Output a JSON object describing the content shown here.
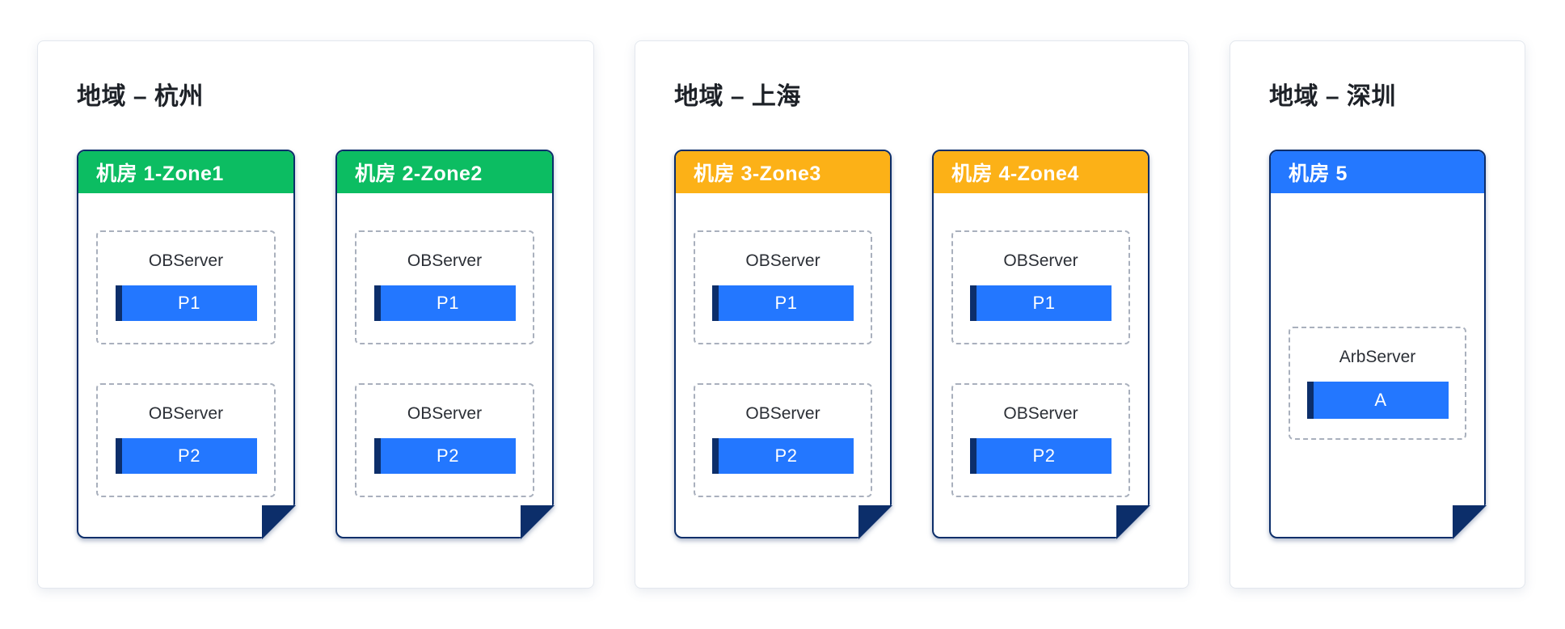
{
  "diagram": {
    "colors": {
      "navy": "#0c2e6a",
      "bar_blue": "#2377ff",
      "zone_green": "#0cbd62",
      "zone_amber": "#fcb117",
      "zone_blue": "#2478ff"
    },
    "regions": [
      {
        "title": "地域 – 杭州",
        "zones": [
          {
            "name": "机房 1-Zone1",
            "color": "#0cbd62",
            "servers": [
              {
                "type": "OBServer",
                "label": "P1"
              },
              {
                "type": "OBServer",
                "label": "P2"
              }
            ]
          },
          {
            "name": "机房 2-Zone2",
            "color": "#0cbd62",
            "servers": [
              {
                "type": "OBServer",
                "label": "P1"
              },
              {
                "type": "OBServer",
                "label": "P2"
              }
            ]
          }
        ]
      },
      {
        "title": "地域 – 上海",
        "zones": [
          {
            "name": "机房 3-Zone3",
            "color": "#fcb117",
            "servers": [
              {
                "type": "OBServer",
                "label": "P1"
              },
              {
                "type": "OBServer",
                "label": "P2"
              }
            ]
          },
          {
            "name": "机房 4-Zone4",
            "color": "#fcb117",
            "servers": [
              {
                "type": "OBServer",
                "label": "P1"
              },
              {
                "type": "OBServer",
                "label": "P2"
              }
            ]
          }
        ]
      },
      {
        "title": "地域 – 深圳",
        "zones": [
          {
            "name": "机房 5",
            "color": "#2478ff",
            "servers": [
              {
                "type": "ArbServer",
                "label": "A"
              }
            ]
          }
        ]
      }
    ]
  }
}
